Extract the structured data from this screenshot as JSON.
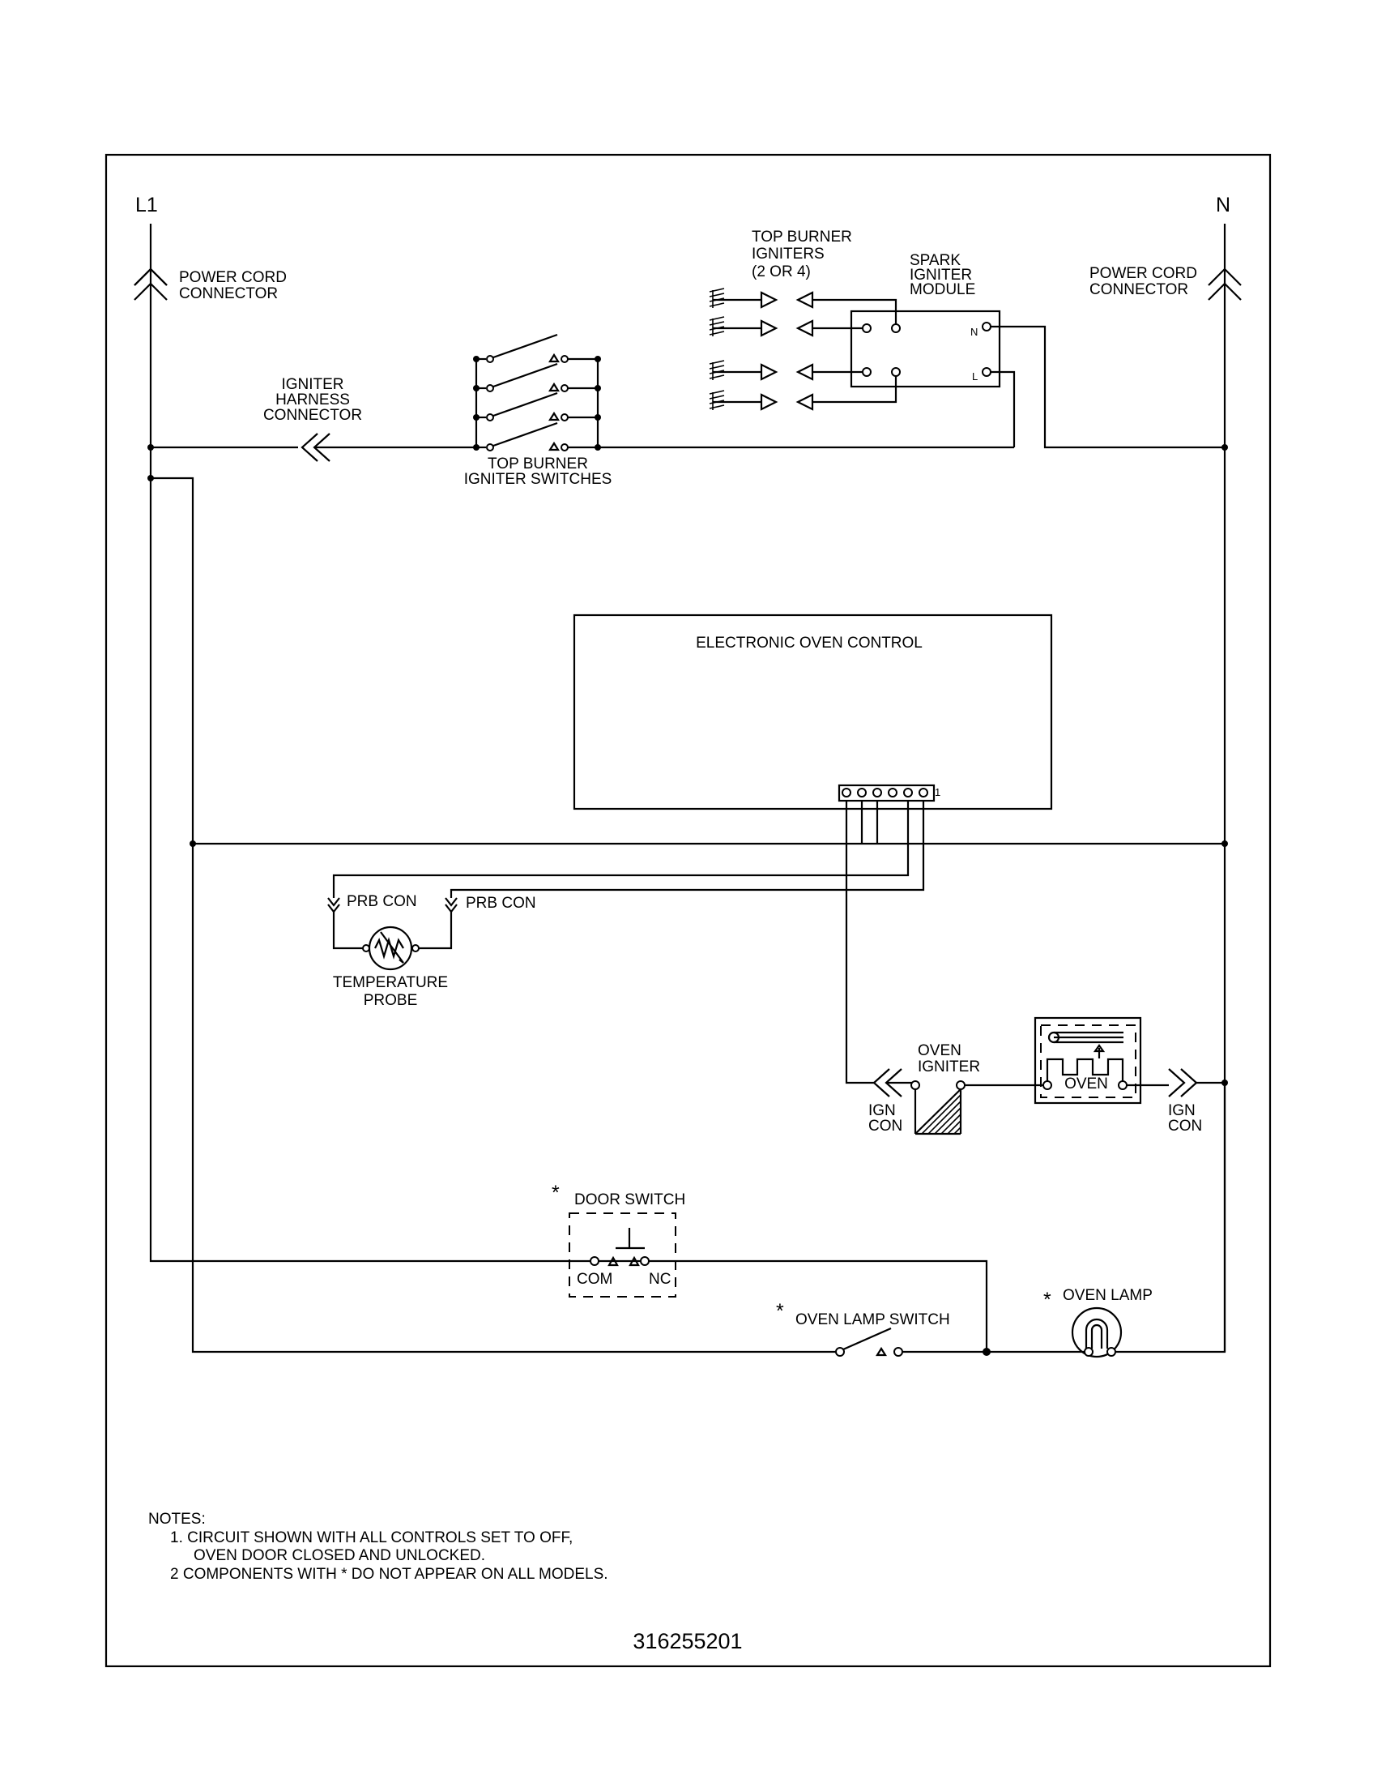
{
  "lines": {
    "l1": "L1",
    "n": "N"
  },
  "labels": {
    "power_cord_left": [
      "POWER CORD",
      "CONNECTOR"
    ],
    "power_cord_right": [
      "POWER CORD",
      "CONNECTOR"
    ],
    "top_burner_igniters": [
      "TOP BURNER",
      "IGNITERS",
      "(2 OR 4)"
    ],
    "spark_igniter_module": [
      "SPARK",
      "IGNITER",
      "MODULE"
    ],
    "module_n_terminal": "N",
    "module_l_terminal": "L",
    "igniter_harness_connector": [
      "IGNITER",
      "HARNESS",
      "CONNECTOR"
    ],
    "top_burner_igniter_switches": [
      "TOP BURNER",
      "IGNITER SWITCHES"
    ],
    "electronic_oven_control": "ELECTRONIC OVEN CONTROL",
    "control_pin_1": "1",
    "prb_con_left": "PRB CON",
    "prb_con_right": "PRB CON",
    "temperature_probe": [
      "TEMPERATURE",
      "PROBE"
    ],
    "oven_igniter": [
      "OVEN",
      "IGNITER"
    ],
    "oven_valve": "OVEN",
    "ign_con_left": [
      "IGN",
      "CON"
    ],
    "ign_con_right": [
      "IGN",
      "CON"
    ],
    "door_switch": "DOOR SWITCH",
    "door_switch_com": "COM",
    "door_switch_nc": "NC",
    "oven_lamp_switch": "OVEN LAMP SWITCH",
    "oven_lamp": "OVEN LAMP",
    "asterisk": "*"
  },
  "notes": {
    "title": "NOTES:",
    "lines": [
      "1.  CIRCUIT SHOWN WITH ALL CONTROLS SET TO OFF,",
      "OVEN DOOR CLOSED AND UNLOCKED.",
      "2  COMPONENTS WITH * DO NOT APPEAR ON ALL MODELS."
    ]
  },
  "part_number": "316255201"
}
